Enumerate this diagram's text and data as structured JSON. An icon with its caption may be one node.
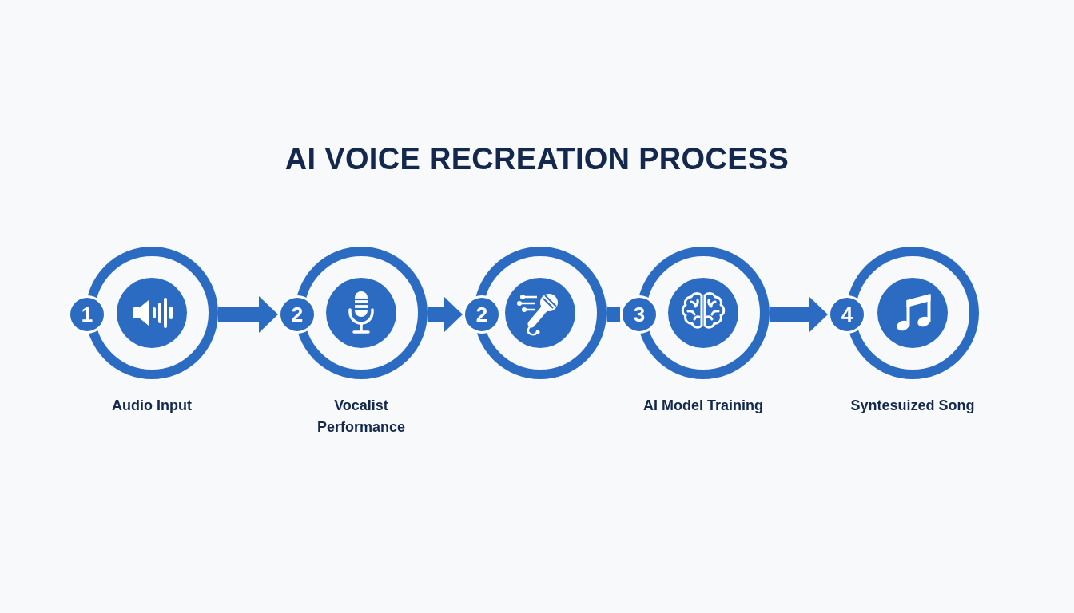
{
  "diagram": {
    "title": "AI VOICE RECREATION PROCESS",
    "nodes": [
      {
        "text": [
          "1"
        ]
      },
      {
        "text": [
          "Audio Input"
        ]
      },
      {
        "text": [],
        "shape": "circle",
        "in": 1
      },
      {
        "text": [
          "2"
        ]
      },
      {
        "text": [
          "Vocalist Performance"
        ]
      },
      {
        "text": [],
        "shape": "circle",
        "in": 4
      },
      {
        "text": [
          "2"
        ]
      },
      {
        "text": [],
        "shape": "circle"
      },
      {
        "text": [],
        "shape": "circle",
        "in": 7
      },
      {
        "text": [
          "3"
        ]
      },
      {
        "text": [
          "AI Model Training"
        ]
      },
      {
        "text": [],
        "shape": "circle",
        "in": 10
      },
      {
        "text": [
          "4"
        ]
      },
      {
        "text": [
          "Syntesuized Song"
        ]
      },
      {
        "text": [],
        "shape": "circle",
        "in": 13
      }
    ],
    "edges": [
      {
        "from": 1,
        "to": 3,
        "arrow": "to"
      },
      {
        "from": 4,
        "to": 6,
        "arrow": "to"
      },
      {
        "from": 7,
        "to": 9,
        "arrow": "none"
      },
      {
        "from": 10,
        "to": 12,
        "arrow": "to"
      }
    ]
  }
}
